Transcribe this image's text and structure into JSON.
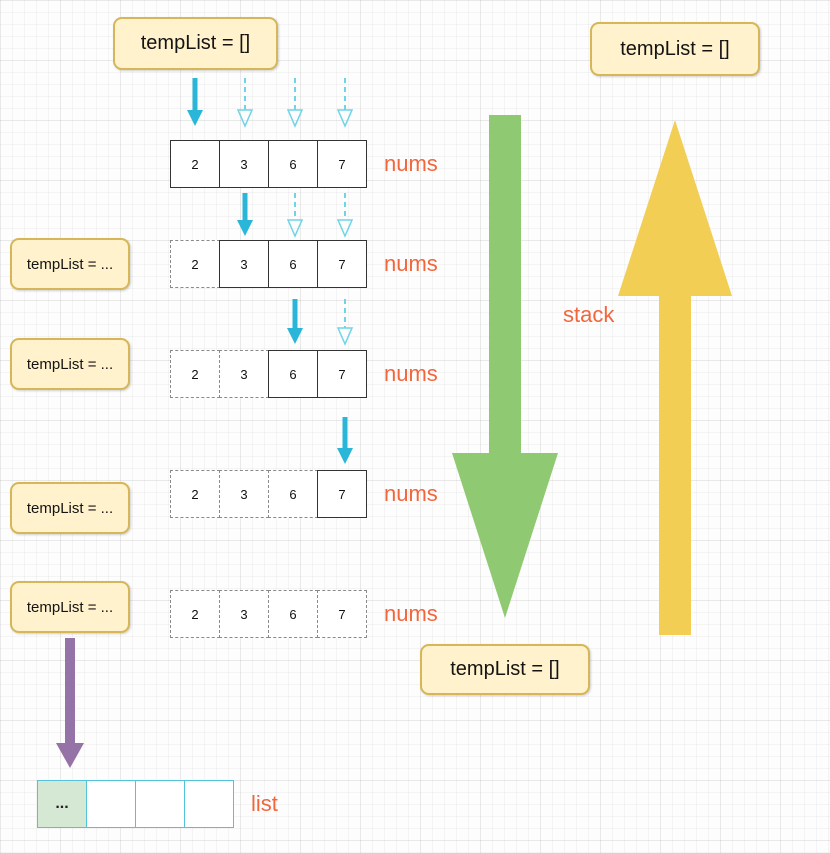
{
  "colors": {
    "box_fill": "#FFF2CC",
    "box_border": "#D6B656",
    "orange_label": "#F2663C",
    "cyan_arrow": "#29B6D8",
    "cyan_dashed": "#6FD4E6",
    "green_arrow": "#8FC972",
    "yellow_arrow": "#F2CE55",
    "purple_arrow": "#9673A6",
    "list_cell_fill": "#D5E8D4",
    "list_border": "#53C3DB"
  },
  "boxes": {
    "top_left": "tempList = []",
    "top_right": "tempList = []",
    "bottom_center": "tempList = []",
    "side": [
      "tempList = ...",
      "tempList = ...",
      "tempList = ...",
      "tempList = ..."
    ]
  },
  "stack_label": "stack",
  "nums_rows": [
    {
      "label": "nums",
      "cells": [
        "2",
        "3",
        "6",
        "7"
      ]
    },
    {
      "label": "nums",
      "cells": [
        "2",
        "3",
        "6",
        "7"
      ]
    },
    {
      "label": "nums",
      "cells": [
        "2",
        "3",
        "6",
        "7"
      ]
    },
    {
      "label": "nums",
      "cells": [
        "2",
        "3",
        "6",
        "7"
      ]
    },
    {
      "label": "nums",
      "cells": [
        "2",
        "3",
        "6",
        "7"
      ]
    }
  ],
  "list_row": {
    "label": "list",
    "cells": [
      "...",
      "",
      "",
      ""
    ]
  }
}
